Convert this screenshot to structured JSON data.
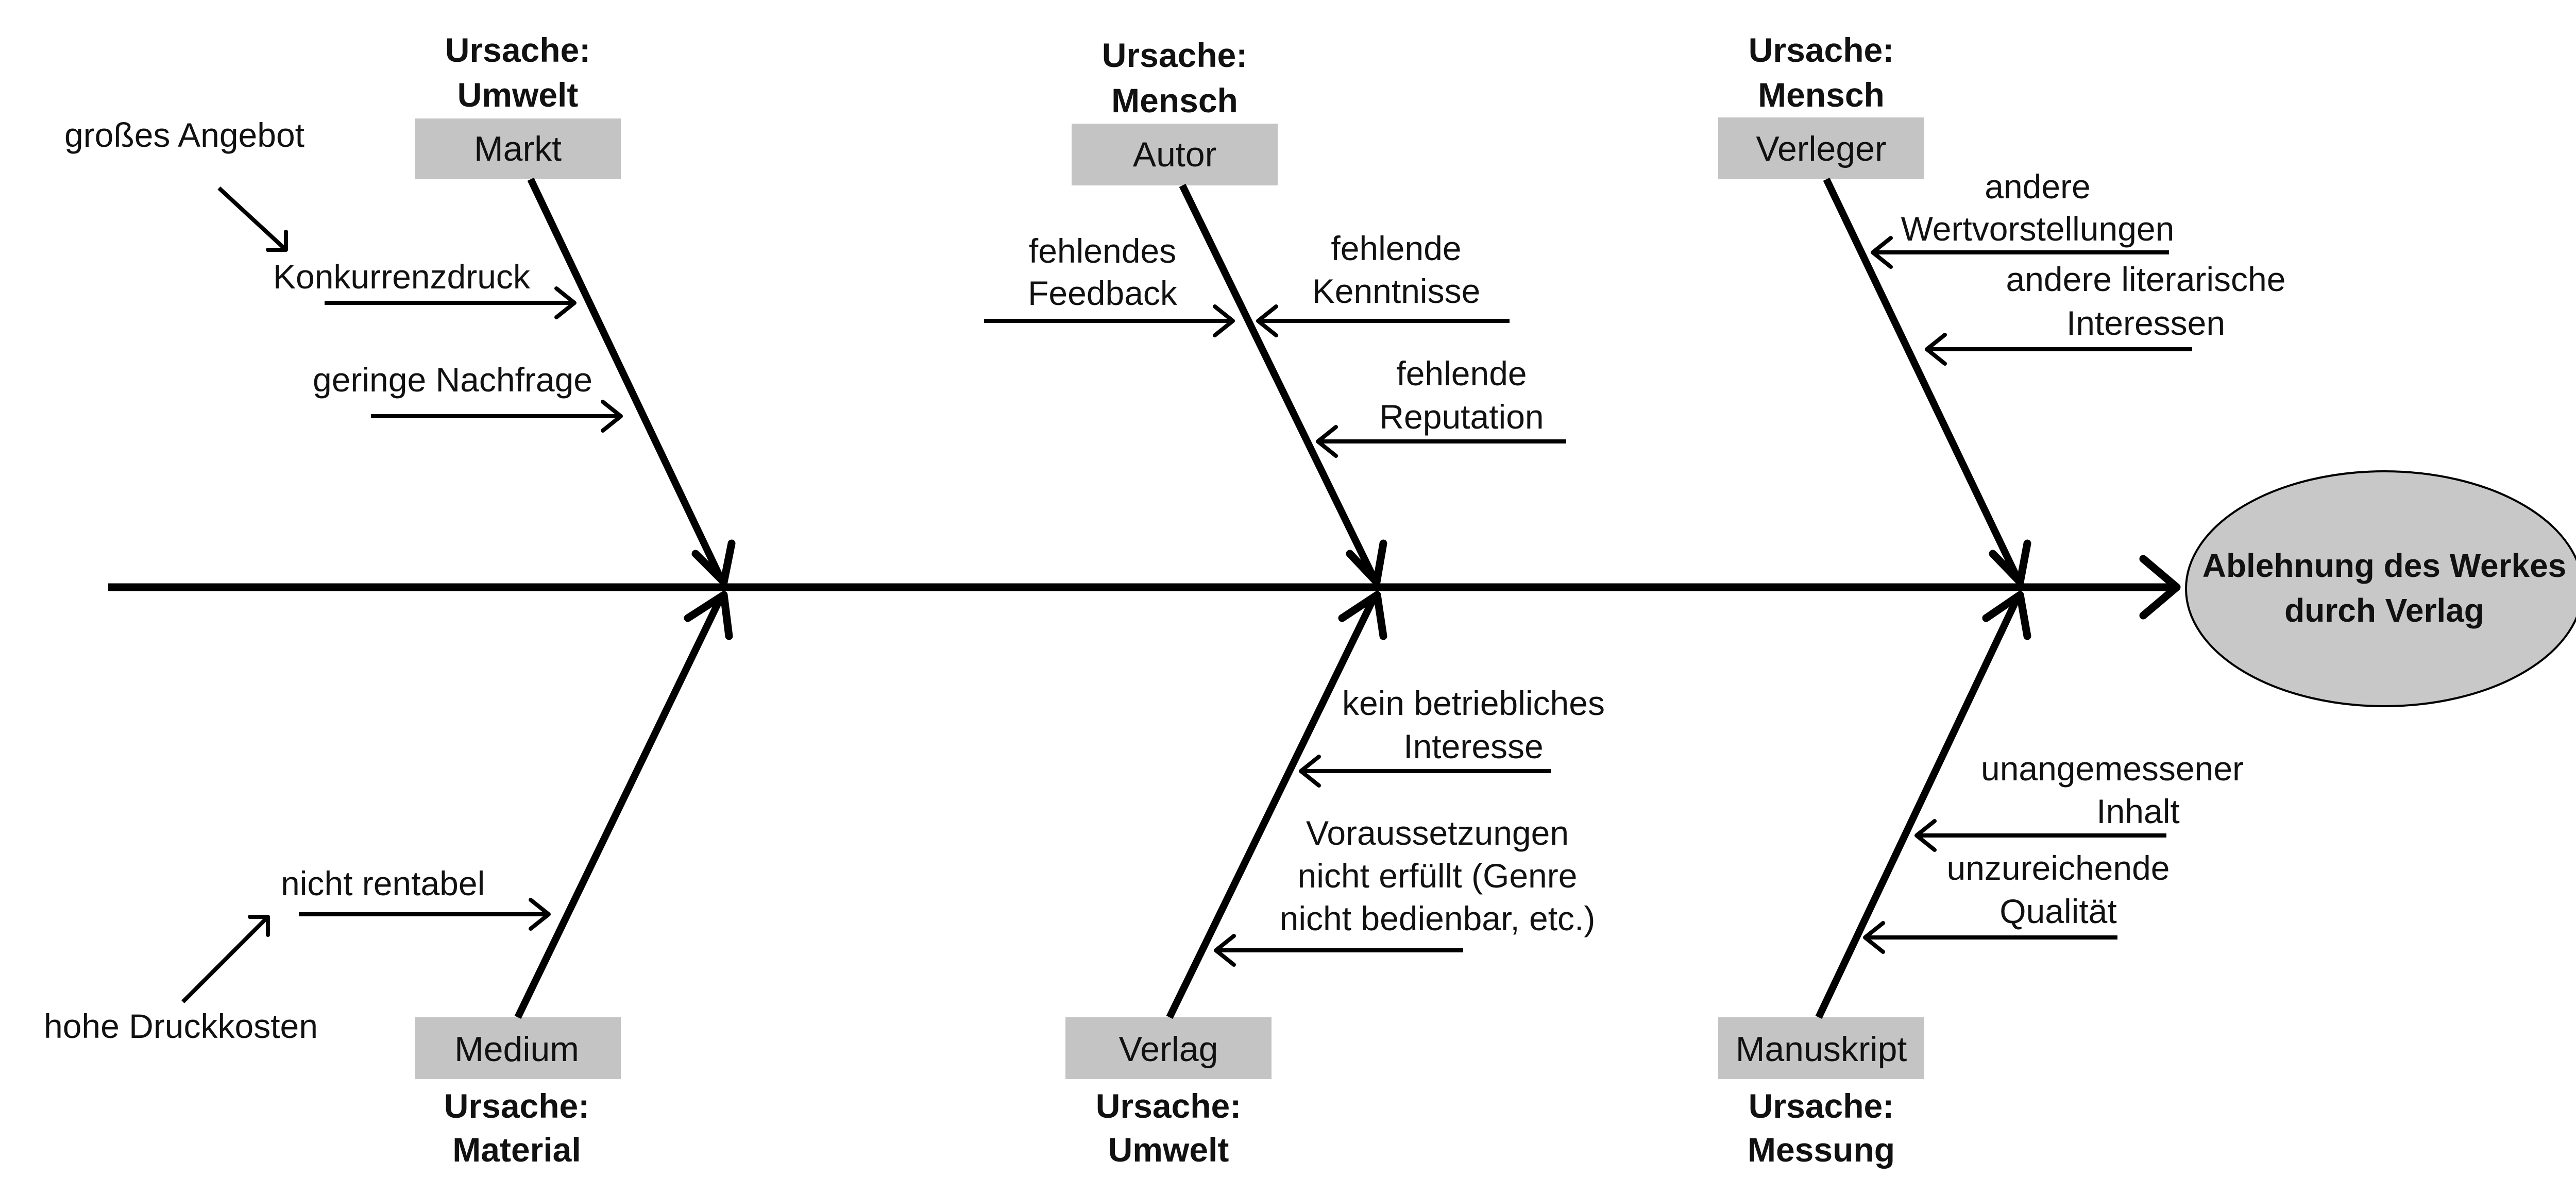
{
  "colors": {
    "category": "#35d3ec",
    "box_fill": "#c4c4c4",
    "head_fill": "#c8c8c8",
    "line": "#000000"
  },
  "effect": {
    "line1": "Ablehnung des Werkes",
    "line2": "durch Verlag"
  },
  "bones": {
    "markt": {
      "category_line1": "Ursache:",
      "category_line2": "Umwelt",
      "label": "Markt",
      "causes": {
        "c1": "Konkurrenzdruck",
        "c2": "geringe Nachfrage",
        "sub_cause": "großes Angebot"
      }
    },
    "autor": {
      "category_line1": "Ursache:",
      "category_line2": "Mensch",
      "label": "Autor",
      "causes": {
        "c1_line1": "fehlendes",
        "c1_line2": "Feedback",
        "c2_line1": "fehlende",
        "c2_line2": "Kenntnisse",
        "c3_line1": "fehlende",
        "c3_line2": "Reputation"
      }
    },
    "verleger": {
      "category_line1": "Ursache:",
      "category_line2": "Mensch",
      "label": "Verleger",
      "causes": {
        "c1_line1": "andere",
        "c1_line2": "Wertvorstellungen",
        "c2_line1": "andere literarische",
        "c2_line2": "Interessen"
      }
    },
    "medium": {
      "category_line1": "Ursache:",
      "category_line2": "Material",
      "label": "Medium",
      "causes": {
        "c1": "nicht rentabel",
        "sub_cause": "hohe Druckkosten"
      }
    },
    "verlag": {
      "category_line1": "Ursache:",
      "category_line2": "Umwelt",
      "label": "Verlag",
      "causes": {
        "c1_line1": "kein betriebliches",
        "c1_line2": "Interesse",
        "c2_line1": "Voraussetzungen",
        "c2_line2": "nicht erfüllt (Genre",
        "c2_line3": "nicht bedienbar, etc.)"
      }
    },
    "manuskript": {
      "category_line1": "Ursache:",
      "category_line2": "Messung",
      "label": "Manuskript",
      "causes": {
        "c1_line1": "unangemessener",
        "c1_line2": "Inhalt",
        "c2_line1": "unzureichende",
        "c2_line2": "Qualität"
      }
    }
  }
}
